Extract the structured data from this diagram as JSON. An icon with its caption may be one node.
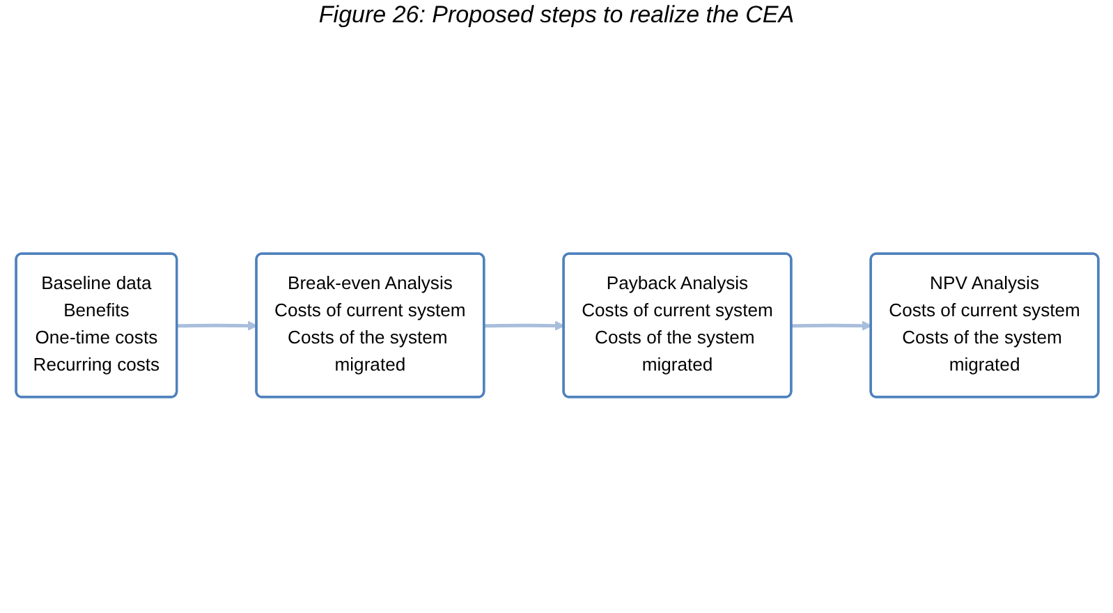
{
  "diagram": {
    "title": "Figure 26: Proposed steps to realize the CEA",
    "nodes": [
      {
        "text": [
          "Baseline data",
          "Benefits",
          "One-time costs",
          "Recurring costs"
        ]
      },
      {
        "text": [
          "Break-even Analysis",
          "Costs of current system",
          "Costs of the system migrated"
        ]
      },
      {
        "text": [
          "Payback Analysis",
          "Costs of current system",
          "Costs of the system migrated"
        ]
      },
      {
        "text": [
          "NPV Analysis",
          "Costs of current system",
          "Costs of the system migrated"
        ]
      }
    ],
    "edges": [
      {
        "from": 0,
        "to": 1,
        "arrow": "to"
      },
      {
        "from": 1,
        "to": 2,
        "arrow": "to"
      },
      {
        "from": 2,
        "to": 3,
        "arrow": "to"
      }
    ]
  }
}
